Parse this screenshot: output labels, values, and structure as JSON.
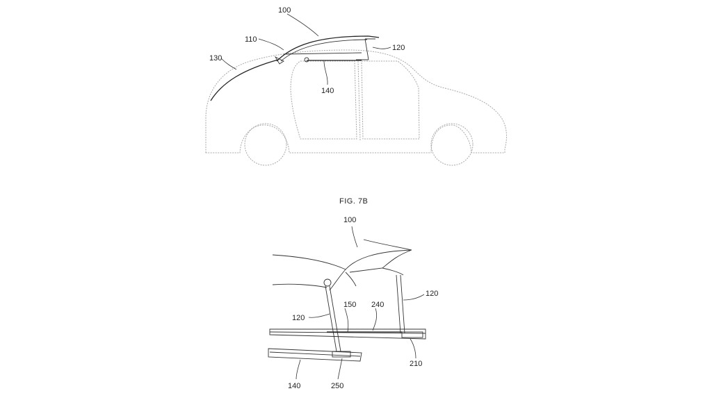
{
  "figure_top": {
    "labels": {
      "roof": "100",
      "front_panel": "110",
      "rear_panel": "120",
      "window_edge": "130",
      "rail": "140"
    }
  },
  "figure_bottom": {
    "caption": "FIG. 7B",
    "labels": {
      "roof": "100",
      "strut_left": "120",
      "strut_right": "120",
      "slider": "150",
      "upper_rail": "240",
      "lower_rail": "140",
      "carriage_right": "210",
      "carriage_left": "250"
    }
  }
}
